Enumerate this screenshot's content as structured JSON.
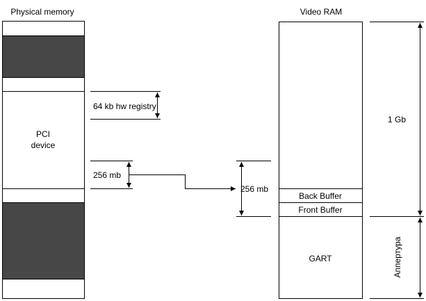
{
  "physical_memory": {
    "title": "Physical memory",
    "pci_device_line1": "PCI",
    "pci_device_line2": "device"
  },
  "video_ram": {
    "title": "Video RAM",
    "back_buffer": "Back Buffer",
    "front_buffer": "Front Buffer",
    "gart": "GART"
  },
  "annotations": {
    "hw_registry": "64 kb hw registry",
    "left_size": "256 mb",
    "right_size": "256 mb",
    "vram_size": "1 Gb",
    "aperture": "Аппертура"
  },
  "colors": {
    "dark_block": "#474747",
    "stroke": "#000000"
  }
}
